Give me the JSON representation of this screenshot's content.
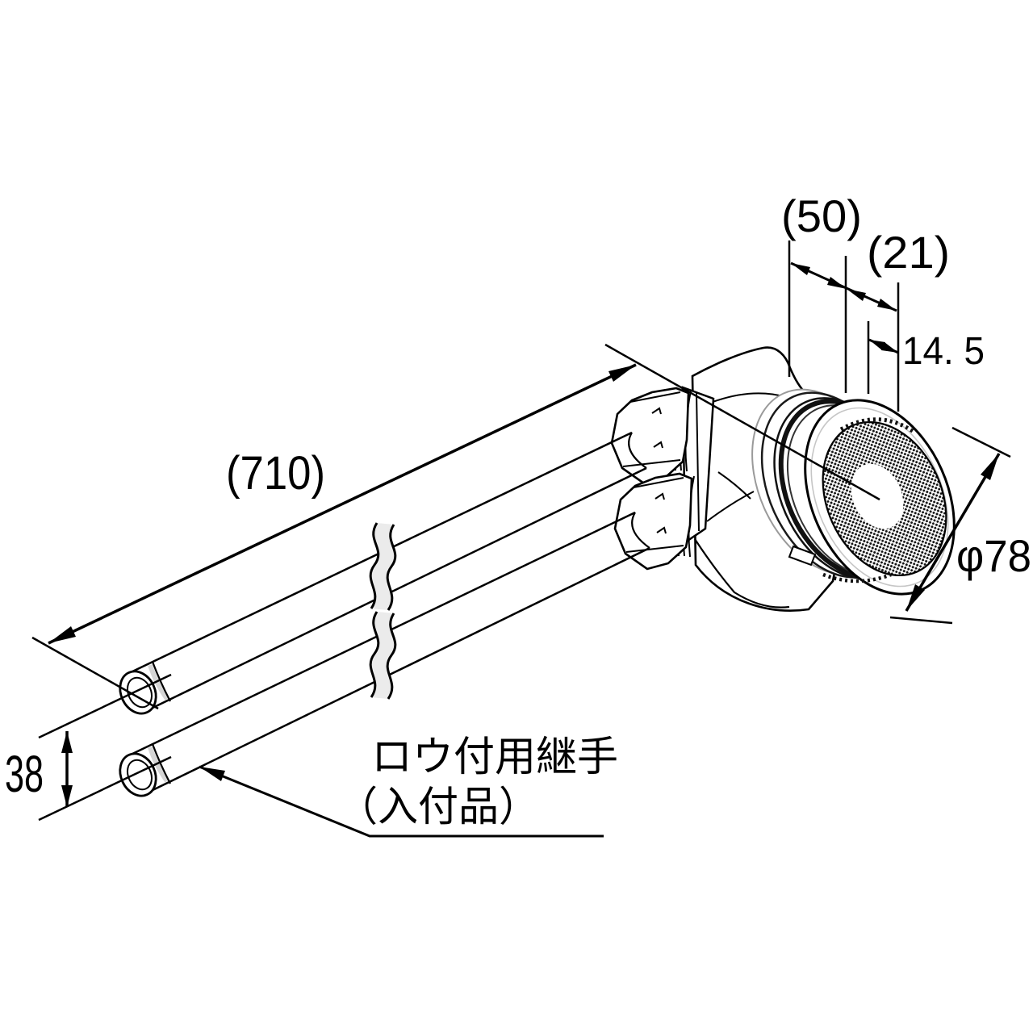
{
  "figure": {
    "type": "technical-dimension-drawing",
    "subject": "bath-adapter-with-two-solder-pipes"
  },
  "labels": {
    "dim_50": "(50)",
    "dim_21": "(21)",
    "dim_14_5": "14. 5",
    "dim_710": "(710)",
    "dim_dia_78": "φ78",
    "dim_38": "38",
    "callout_line1": "ロウ付用継手",
    "callout_line2": "（入付品）"
  },
  "colors": {
    "ink": "#000000",
    "background": "#ffffff",
    "break_fill": "#ebebeb",
    "highlight": "#c6c6c6"
  }
}
